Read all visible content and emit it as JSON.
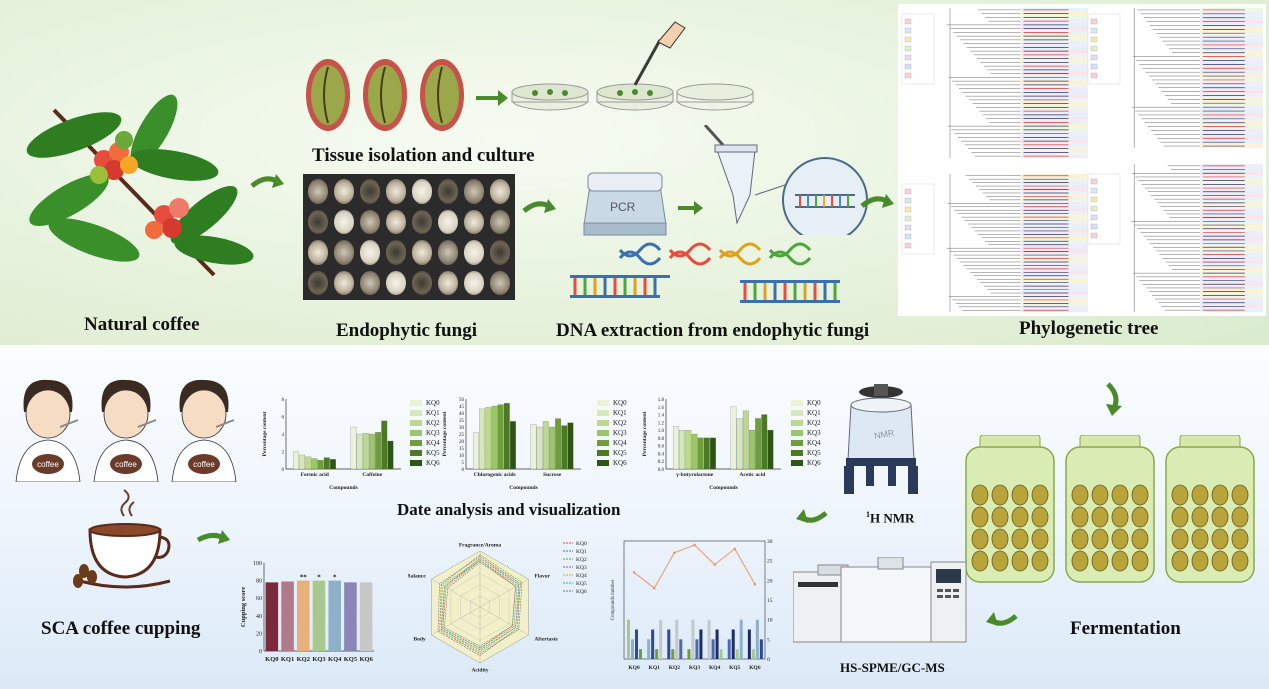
{
  "labels": {
    "natural_coffee": "Natural coffee",
    "tissue_isolation": "Tissue isolation and culture",
    "endophytic_fungi": "Endophytic fungi",
    "dna_extraction": "DNA extraction from endophytic fungi",
    "phylogenetic_tree": "Phylogenetic tree",
    "fermentation": "Fermentation",
    "hs_spme": "HS-SPME/GC-MS",
    "h_nmr_sup": "1",
    "h_nmr": "H NMR",
    "date_analysis": "Date analysis and visualization",
    "sca_cupping": "SCA coffee cupping"
  },
  "device_text": {
    "pcr": "PCR",
    "nmr": "NMR",
    "coffee_shirt": "coffee"
  },
  "samples": [
    "KQ0",
    "KQ1",
    "KQ2",
    "KQ3",
    "KQ4",
    "KQ5",
    "KQ6"
  ],
  "sample_colors": [
    "#eaf2d8",
    "#d6e8b8",
    "#bcd98e",
    "#9cc66a",
    "#6f9d3c",
    "#4b7a23",
    "#2f5515"
  ],
  "chart_data": [
    {
      "type": "bar",
      "ylabel": "Percentage content",
      "xlabel": "Compounds",
      "categories": [
        "Formic acid",
        "Caffeine"
      ],
      "ylim": [
        0,
        8
      ],
      "yticks": [
        "0",
        "2",
        "4",
        "6",
        "8"
      ],
      "series": [
        {
          "name": "KQ0",
          "values": [
            2.0,
            4.8
          ]
        },
        {
          "name": "KQ1",
          "values": [
            1.6,
            4.0
          ]
        },
        {
          "name": "KQ2",
          "values": [
            1.4,
            4.1
          ]
        },
        {
          "name": "KQ3",
          "values": [
            1.2,
            4.0
          ]
        },
        {
          "name": "KQ4",
          "values": [
            1.0,
            4.2
          ]
        },
        {
          "name": "KQ5",
          "values": [
            1.3,
            5.5
          ]
        },
        {
          "name": "KQ6",
          "values": [
            1.1,
            3.2
          ]
        }
      ]
    },
    {
      "type": "bar",
      "ylabel": "Percentage content",
      "xlabel": "Compounds",
      "categories": [
        "Chlorogenic acids",
        "Sucrose"
      ],
      "ylim": [
        0,
        50
      ],
      "yticks": [
        "0",
        "5",
        "10",
        "15",
        "20",
        "25",
        "30",
        "35",
        "40",
        "45",
        "50"
      ],
      "series": [
        {
          "name": "KQ0",
          "values": [
            26,
            32
          ]
        },
        {
          "name": "KQ1",
          "values": [
            43,
            30
          ]
        },
        {
          "name": "KQ2",
          "values": [
            44,
            34
          ]
        },
        {
          "name": "KQ3",
          "values": [
            45,
            30
          ]
        },
        {
          "name": "KQ4",
          "values": [
            46,
            36
          ]
        },
        {
          "name": "KQ5",
          "values": [
            47,
            31
          ]
        },
        {
          "name": "KQ6",
          "values": [
            34,
            33
          ]
        }
      ]
    },
    {
      "type": "bar",
      "ylabel": "Percentage content",
      "xlabel": "Compounds",
      "categories": [
        "γ-butyrolactone",
        "Acetic acid"
      ],
      "ylim": [
        0,
        1.8
      ],
      "yticks": [
        "0.0",
        "0.2",
        "0.4",
        "0.6",
        "0.8",
        "1.0",
        "1.2",
        "1.4",
        "1.6",
        "1.8"
      ],
      "series": [
        {
          "name": "KQ0",
          "values": [
            1.1,
            1.6
          ]
        },
        {
          "name": "KQ1",
          "values": [
            1.0,
            1.3
          ]
        },
        {
          "name": "KQ2",
          "values": [
            1.0,
            1.5
          ]
        },
        {
          "name": "KQ3",
          "values": [
            0.9,
            1.0
          ]
        },
        {
          "name": "KQ4",
          "values": [
            0.8,
            1.3
          ]
        },
        {
          "name": "KQ5",
          "values": [
            0.8,
            1.4
          ]
        },
        {
          "name": "KQ6",
          "values": [
            0.8,
            1.0
          ]
        }
      ]
    },
    {
      "type": "bar",
      "ylabel": "Cupping score",
      "categories": [
        "KQ0",
        "KQ1",
        "KQ2",
        "KQ3",
        "KQ4",
        "KQ5",
        "KQ6"
      ],
      "ylim": [
        0,
        100
      ],
      "yticks": [
        "0",
        "20",
        "40",
        "60",
        "80",
        "100"
      ],
      "values": [
        78,
        79,
        80,
        80,
        80,
        78,
        78
      ],
      "annotations": [
        "",
        "",
        "**",
        "*",
        "*",
        "",
        ""
      ],
      "colors": [
        "#7a2a3a",
        "#b07a8a",
        "#e8b07a",
        "#a7c98d",
        "#8fb0c9",
        "#8b86b5",
        "#c7c7c7"
      ]
    },
    {
      "type": "radar",
      "axes": [
        "Fragrance/Aroma",
        "Flavor",
        "Aftertaste",
        "Acidity",
        "Body",
        "Balance"
      ],
      "series": [
        {
          "name": "KQ0",
          "values": [
            7.5,
            7.2,
            7.0,
            7.2,
            7.3,
            7.1
          ]
        },
        {
          "name": "KQ1",
          "values": [
            7.6,
            7.4,
            7.2,
            7.3,
            7.4,
            7.2
          ]
        },
        {
          "name": "KQ2",
          "values": [
            7.8,
            7.6,
            7.4,
            7.5,
            7.5,
            7.4
          ]
        },
        {
          "name": "KQ3",
          "values": [
            7.7,
            7.5,
            7.3,
            7.6,
            7.6,
            7.5
          ]
        },
        {
          "name": "KQ4",
          "values": [
            7.6,
            7.5,
            7.2,
            7.4,
            7.5,
            7.3
          ]
        },
        {
          "name": "KQ5",
          "values": [
            7.5,
            7.3,
            7.1,
            7.2,
            7.3,
            7.2
          ]
        },
        {
          "name": "KQ6",
          "values": [
            7.4,
            7.2,
            7.0,
            7.1,
            7.2,
            7.0
          ]
        }
      ]
    },
    {
      "type": "bar",
      "ylabel": "Compounds number",
      "categories": [
        "KQ0",
        "KQ1",
        "KQ2",
        "KQ3",
        "KQ4",
        "KQ5",
        "KQ6"
      ],
      "ylim": [
        0,
        30
      ],
      "yticks": [
        "0",
        "5",
        "10",
        "15",
        "20",
        "25",
        "30"
      ],
      "line": [
        22,
        18,
        27,
        29,
        24,
        28,
        19
      ]
    }
  ]
}
